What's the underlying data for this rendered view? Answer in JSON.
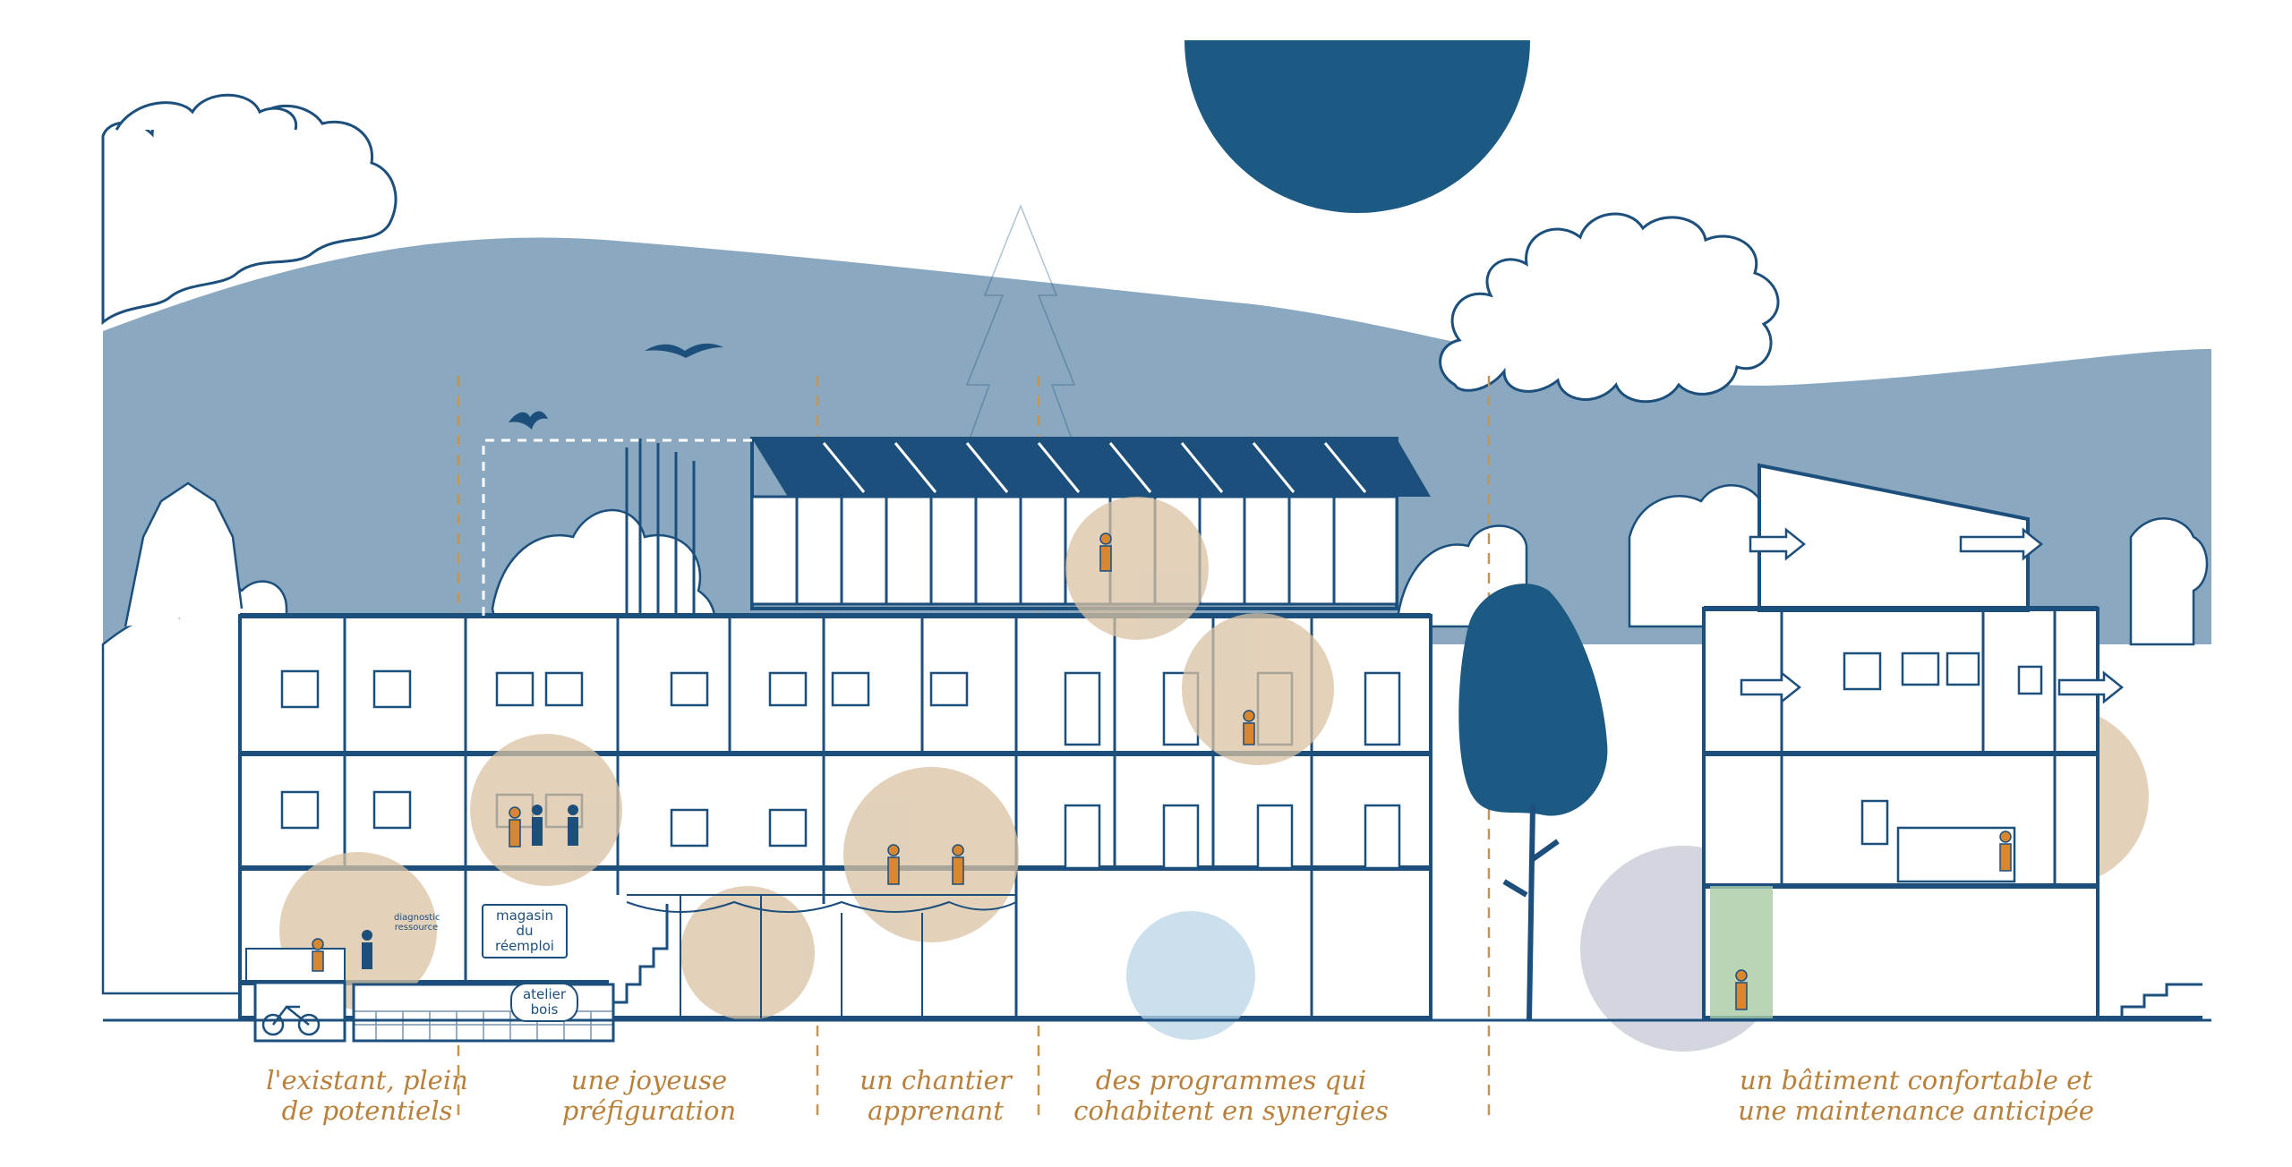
{
  "palette": {
    "navy": "#1c4f7c",
    "hill": "#8aa8bf",
    "ochre": "#b8803a",
    "tan_circle": "#d9c2a3",
    "light_blue_circle": "#b9d4e6",
    "green_circle": "#a9c9a4",
    "grey_circle": "#c4c8d3"
  },
  "sections": [
    {
      "line1": "l'existant, plein",
      "line2": "de potentiels"
    },
    {
      "line1": "une joyeuse",
      "line2": "préfiguration"
    },
    {
      "line1": "un chantier",
      "line2": "apprenant"
    },
    {
      "line1": "des programmes qui",
      "line2": "cohabitent en synergies"
    },
    {
      "line1": "un bâtiment confortable et",
      "line2": "une maintenance anticipée"
    }
  ],
  "room_labels": {
    "magasin": "magasin du réemploi",
    "atelier": "atelier bois",
    "diagnostic": "diagnostic ressource"
  },
  "icons": [
    "sun-icon",
    "cloud-icon",
    "bird-icon",
    "tree-icon",
    "ventilation-arrow-icon",
    "person-icon",
    "bicycle-icon"
  ]
}
